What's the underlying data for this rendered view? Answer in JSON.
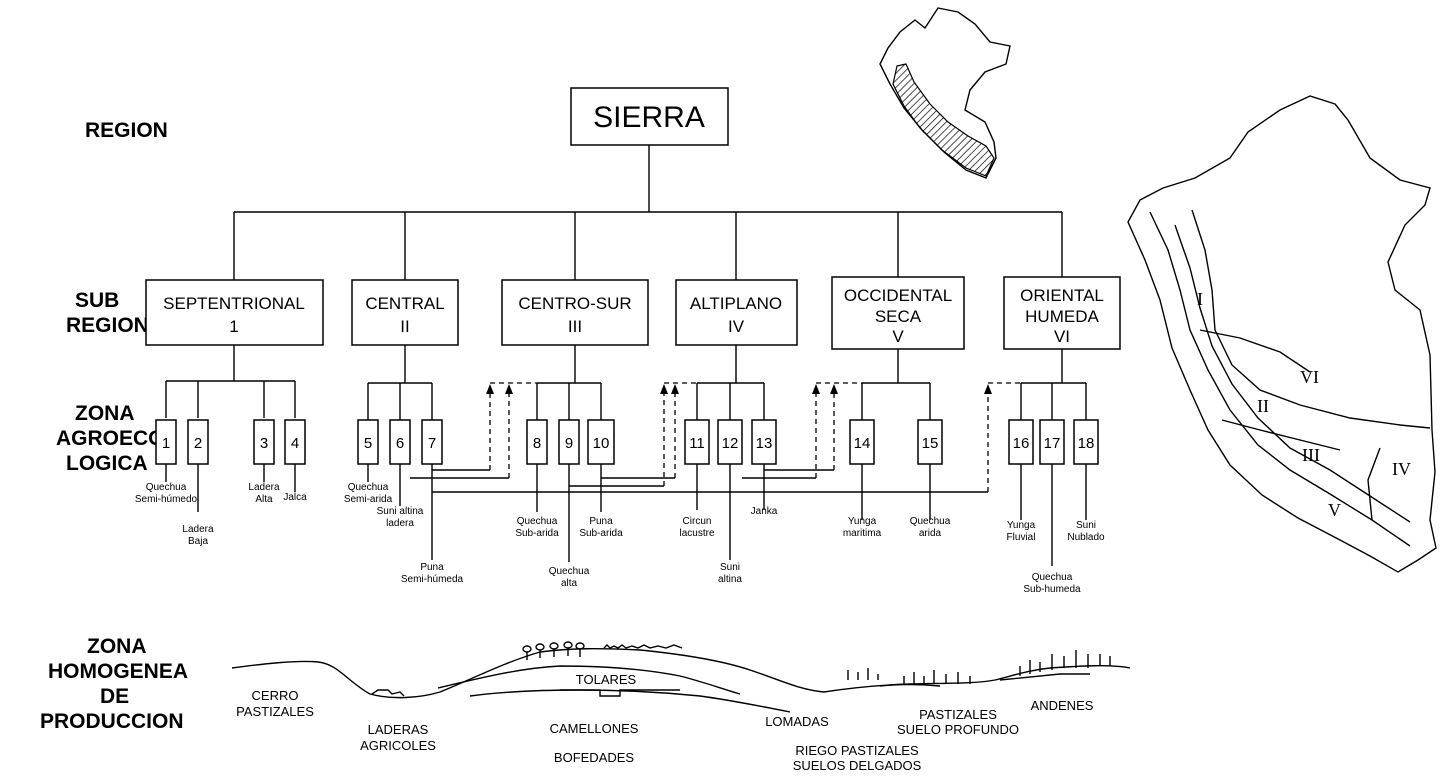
{
  "levels": {
    "region": "REGION",
    "sub_region": [
      "SUB",
      "REGION"
    ],
    "zona_agro": [
      "ZONA",
      "AGROECO",
      "LOGICA"
    ],
    "zona_homo": [
      "ZONA",
      "HOMOGENEA",
      "DE",
      "PRODUCCION"
    ]
  },
  "root": "SIERRA",
  "subregions": [
    {
      "name": "SEPTENTRIONAL",
      "num": "1"
    },
    {
      "name": "CENTRAL",
      "num": "II"
    },
    {
      "name": "CENTRO-SUR",
      "num": "III"
    },
    {
      "name": "ALTIPLANO",
      "num": "IV"
    },
    {
      "name": "OCCIDENTAL",
      "name2": "SECA",
      "num": "V"
    },
    {
      "name": "ORIENTAL",
      "name2": "HUMEDA",
      "num": "VI"
    }
  ],
  "zones": [
    {
      "num": "1",
      "label": [
        "Quechua",
        "Semi-húmedo"
      ]
    },
    {
      "num": "2",
      "label": [
        "Ladera",
        "Baja"
      ]
    },
    {
      "num": "3",
      "label": [
        "Ladera",
        "Alta"
      ]
    },
    {
      "num": "4",
      "label": [
        "Jalca"
      ]
    },
    {
      "num": "5",
      "label": [
        "Quechua",
        "Semi-arida"
      ]
    },
    {
      "num": "6",
      "label": [
        "Suni altina",
        "ladera"
      ]
    },
    {
      "num": "7",
      "label": [
        "Puna",
        "Semi-húmeda"
      ]
    },
    {
      "num": "8",
      "label": [
        "Quechua",
        "Sub-arida"
      ]
    },
    {
      "num": "9",
      "label": [
        "Quechua",
        "alta"
      ]
    },
    {
      "num": "10",
      "label": [
        "Puna",
        "Sub-arida"
      ]
    },
    {
      "num": "11",
      "label": [
        "Circun",
        "lacustre"
      ]
    },
    {
      "num": "12",
      "label": [
        "Suni",
        "altina"
      ]
    },
    {
      "num": "13",
      "label": [
        "Janka"
      ]
    },
    {
      "num": "14",
      "label": [
        "Yunga",
        "maritima"
      ]
    },
    {
      "num": "15",
      "label": [
        "Quechua",
        "arida"
      ]
    },
    {
      "num": "16",
      "label": [
        "Yunga",
        "Fluvial"
      ]
    },
    {
      "num": "17",
      "label": [
        "Quechua",
        "Sub-humeda"
      ]
    },
    {
      "num": "18",
      "label": [
        "Suni",
        "Nublado"
      ]
    }
  ],
  "landscape": {
    "cerro": [
      "CERRO",
      "PASTIZALES"
    ],
    "laderas": [
      "LADERAS",
      "AGRICOLES"
    ],
    "tolares": "TOLARES",
    "camellones": "CAMELLONES",
    "bofedades": "BOFEDADES",
    "lomadas": "LOMADAS",
    "riego": [
      "RIEGO PASTIZALES",
      "SUELOS DELGADOS"
    ],
    "pastizales": [
      "PASTIZALES",
      "SUELO PROFUNDO"
    ],
    "andenes": "ANDENES"
  },
  "map_labels": [
    "I",
    "II",
    "III",
    "IV",
    "V",
    "VI"
  ]
}
